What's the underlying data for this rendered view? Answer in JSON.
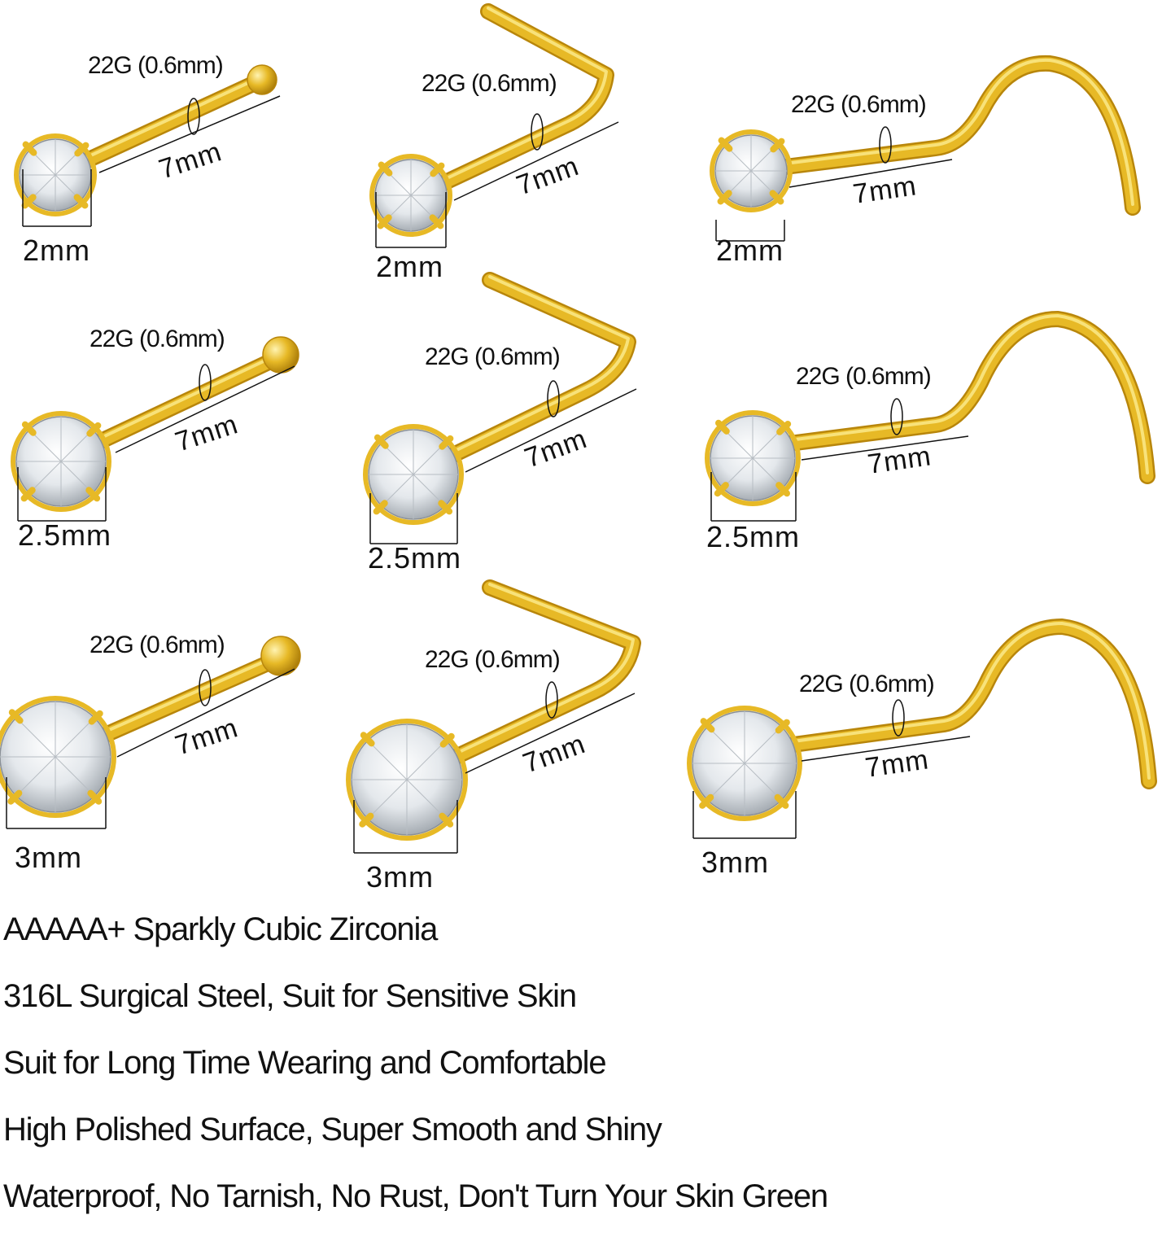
{
  "colors": {
    "gold": "#e7b926",
    "gold_dark": "#b8860b",
    "gold_light": "#f8e27a",
    "ink": "#111111"
  },
  "icons": {
    "gem": "cubic-zirconia-gem-icon"
  },
  "studs": [
    {
      "style": "ball",
      "gauge": "22G (0.6mm)",
      "length": "7mm",
      "diameter": "2mm"
    },
    {
      "style": "l",
      "gauge": "22G (0.6mm)",
      "length": "7mm",
      "diameter": "2mm"
    },
    {
      "style": "screw",
      "gauge": "22G (0.6mm)",
      "length": "7mm",
      "diameter": "2mm"
    },
    {
      "style": "ball",
      "gauge": "22G (0.6mm)",
      "length": "7mm",
      "diameter": "2.5mm"
    },
    {
      "style": "l",
      "gauge": "22G (0.6mm)",
      "length": "7mm",
      "diameter": "2.5mm"
    },
    {
      "style": "screw",
      "gauge": "22G (0.6mm)",
      "length": "7mm",
      "diameter": "2.5mm"
    },
    {
      "style": "ball",
      "gauge": "22G (0.6mm)",
      "length": "7mm",
      "diameter": "3mm"
    },
    {
      "style": "l",
      "gauge": "22G (0.6mm)",
      "length": "7mm",
      "diameter": "3mm"
    },
    {
      "style": "screw",
      "gauge": "22G (0.6mm)",
      "length": "7mm",
      "diameter": "3mm"
    }
  ],
  "features": [
    "AAAAA+ Sparkly Cubic Zirconia",
    "316L Surgical Steel, Suit for Sensitive Skin",
    "Suit for Long Time Wearing and Comfortable",
    "High Polished Surface, Super Smooth and Shiny",
    "Waterproof, No Tarnish, No Rust, Don't Turn Your Skin Green"
  ]
}
